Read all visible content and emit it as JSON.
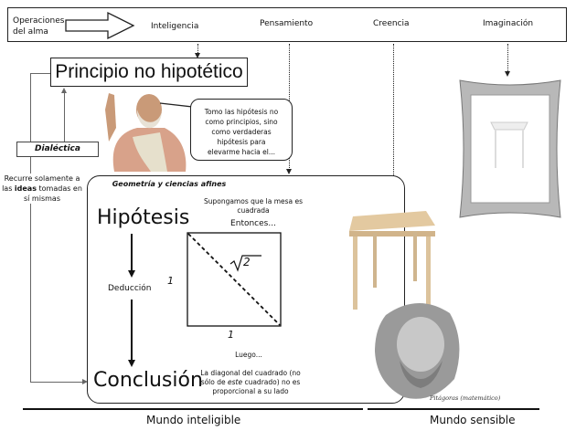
{
  "header": {
    "label": "Operaciones del alma",
    "operations": [
      "Inteligencia",
      "Pensamiento",
      "Creencia",
      "Imaginación"
    ]
  },
  "principle": "Principio no hipotético",
  "dialectic": {
    "label": "Dialéctica",
    "desc_pre": "Recurre solamente a las ",
    "desc_bold": "ideas",
    "desc_post": " tomadas en sí mismas"
  },
  "plato_quote": "Tomo las hipótesis no como principios, sino como verdaderas hipótesis para elevarme hacia el...",
  "geometry": {
    "title": "Geometría y ciencias afines",
    "hypothesis": "Hipótesis",
    "deduction": "Deducción",
    "conclusion": "Conclusión",
    "suppose": "Supongamos que la mesa es cuadrada",
    "then": "Entonces...",
    "side_left": "1",
    "side_bottom": "1",
    "diagonal": "2",
    "later": "Luego...",
    "result_pre": "La diagonal del cuadrado (no sólo de ",
    "result_em": "este",
    "result_post": " cuadrado) no es proporcional a su lado"
  },
  "pythagoras_caption": "Pitágoras (matemático)",
  "footer": {
    "intelligible": "Mundo inteligible",
    "sensible": "Mundo sensible"
  }
}
